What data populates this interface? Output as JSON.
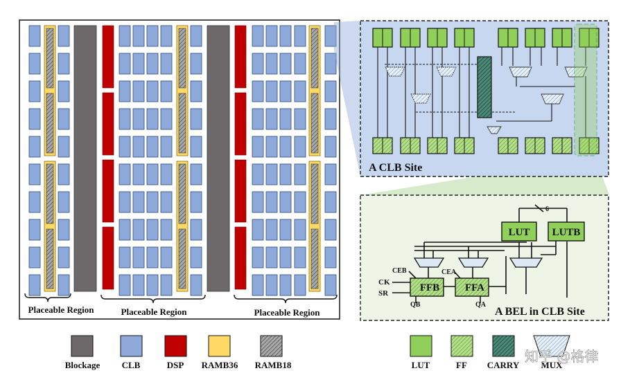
{
  "placeable_region_label": "Placeable Region",
  "clb_site_label": "A CLB Site",
  "bel_site_label": "A BEL in CLB Site",
  "bel": {
    "lut": "LUT",
    "lutb": "LUTB",
    "ffb": "FFB",
    "ffa": "FFA",
    "ceb": "CEB",
    "cea": "CEA",
    "ck": "CK",
    "sr": "SR",
    "qb": "QB",
    "qa": "QA",
    "bus_width": "6"
  },
  "legend_left": [
    {
      "key": "blockage",
      "label": "Blockage",
      "color": "#6d6869"
    },
    {
      "key": "clb",
      "label": "CLB",
      "color": "#8eaadb"
    },
    {
      "key": "dsp",
      "label": "DSP",
      "color": "#c00000"
    },
    {
      "key": "ramb36",
      "label": "RAMB36",
      "color": "#ffd966"
    },
    {
      "key": "ramb18",
      "label": "RAMB18",
      "color": "#9e9e9e"
    }
  ],
  "legend_right": [
    {
      "key": "lut",
      "label": "LUT",
      "color": "#8fcf5a"
    },
    {
      "key": "ff",
      "label": "FF",
      "color": "#b4e08a"
    },
    {
      "key": "carry",
      "label": "CARRY",
      "color": "#3e7a67"
    },
    {
      "key": "mux",
      "label": "MUX",
      "color": "#dce9f5"
    }
  ],
  "watermark": "知乎 @格律"
}
